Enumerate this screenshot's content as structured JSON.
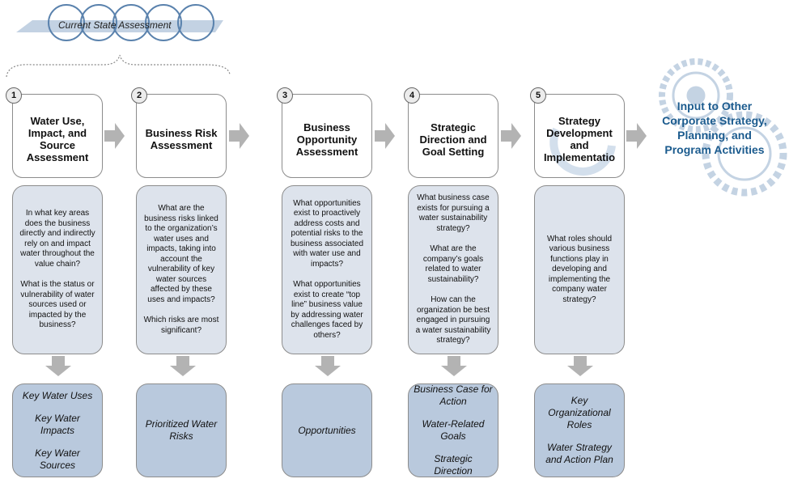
{
  "banner": {
    "label": "Current State Assessment"
  },
  "steps": [
    {
      "number": "1",
      "title": "Water Use, Impact, and Source Assessment",
      "questions": [
        "In what key areas does the business directly and indirectly rely on and impact water throughout the value chain?",
        "What is the status or vulnerability of water sources used or impacted by the business?"
      ],
      "outputs": [
        "Key Water Uses",
        "Key Water Impacts",
        "Key Water Sources"
      ]
    },
    {
      "number": "2",
      "title": "Business Risk Assessment",
      "questions": [
        "What are the business risks linked to the organization’s water uses and impacts, taking into account the vulnerability of key water sources affected by these uses and impacts?",
        "Which risks are most significant?"
      ],
      "outputs": [
        "Prioritized Water Risks"
      ]
    },
    {
      "number": "3",
      "title": "Business Opportunity Assessment",
      "questions": [
        "What opportunities exist to proactively address costs and potential risks to the business associated with water use and impacts?",
        "What opportunities exist to create “top line” business value by addressing water challenges faced by others?"
      ],
      "outputs": [
        "Opportunities"
      ]
    },
    {
      "number": "4",
      "title": "Strategic Direction and Goal Setting",
      "questions": [
        "What business case exists for pursuing a water sustainability strategy?",
        "What are the company’s goals related to water sustainability?",
        "How can the organization be best engaged in pursuing a water sustainability strategy?"
      ],
      "outputs": [
        "Business Case for Action",
        "Water-Related Goals",
        "Strategic Direction"
      ]
    },
    {
      "number": "5",
      "title": "Strategy Development and Implementatio",
      "questions": [
        "What roles should various business functions play in developing and implementing the company water strategy?"
      ],
      "outputs": [
        "Key Organizational Roles",
        "Water Strategy and Action Plan"
      ]
    }
  ],
  "final": {
    "label": "Input to Other Corporate Strategy, Planning, and Program Activities"
  },
  "colors": {
    "question_fill": "#dde3ec",
    "output_fill": "#b9c9dd",
    "arrow": "#b3b3b3",
    "accent": "#1b5b8e"
  }
}
